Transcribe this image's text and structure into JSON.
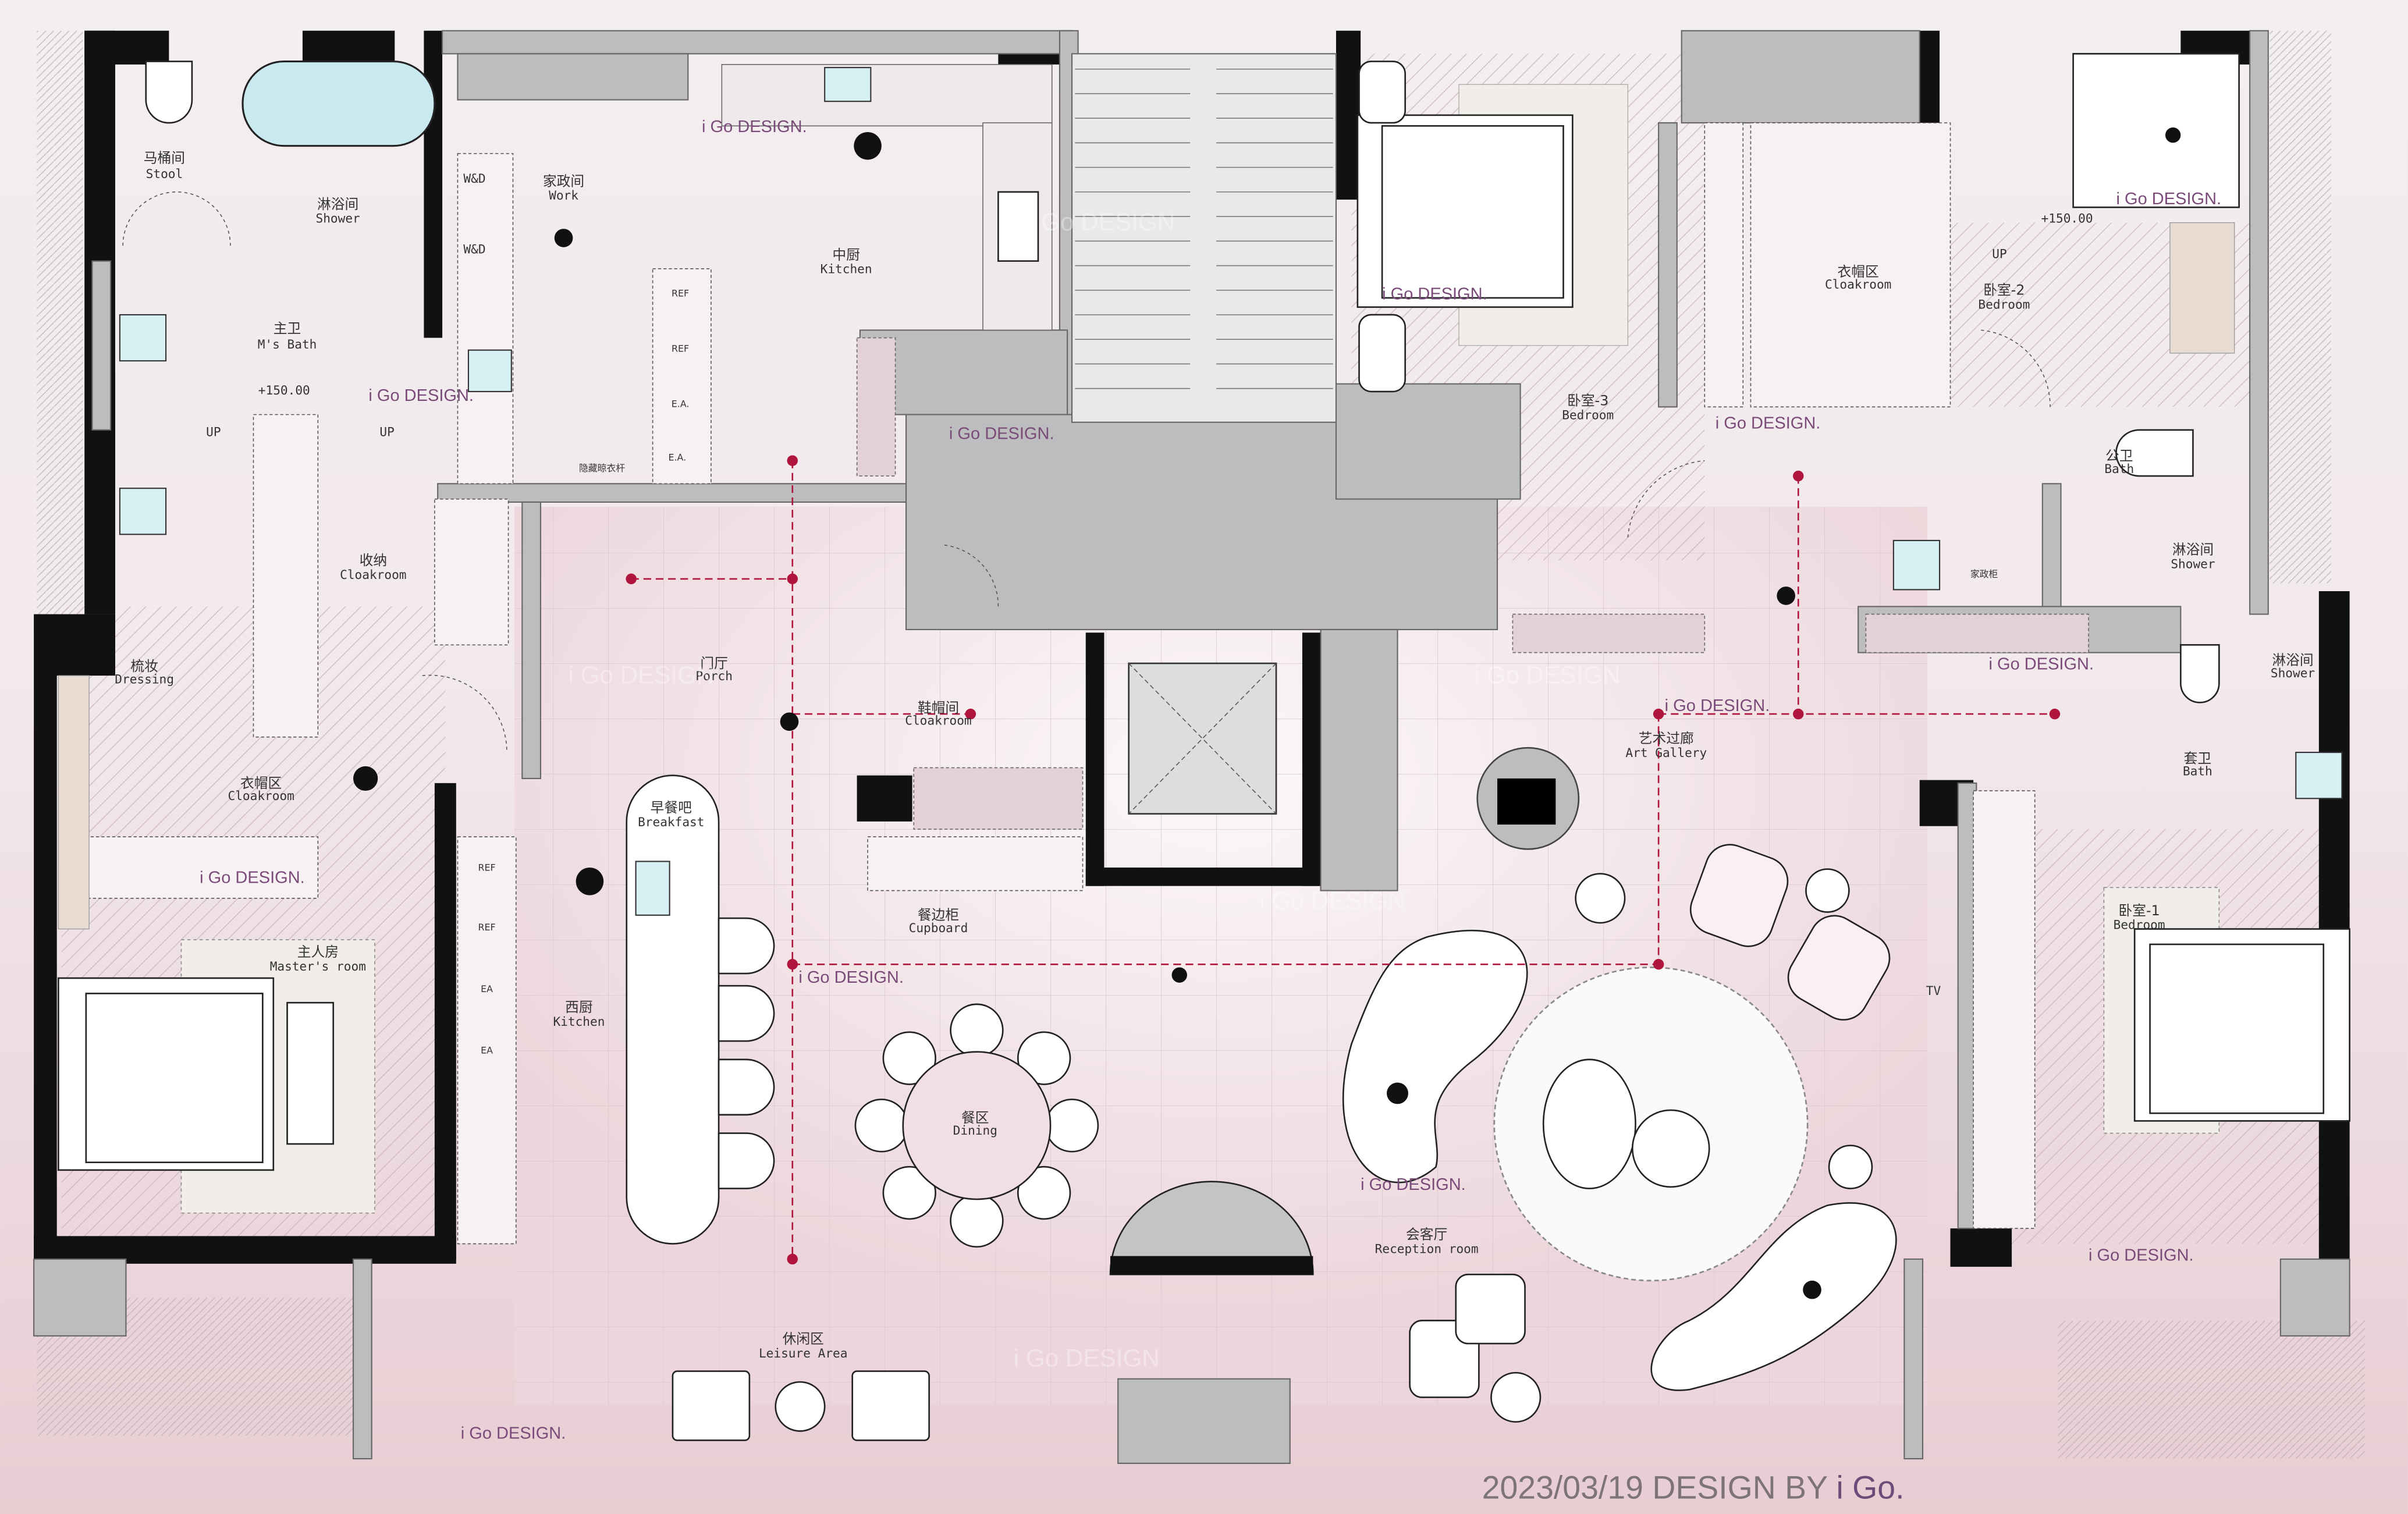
{
  "rooms": {
    "stool": {
      "cn": "马桶间",
      "en": "Stool"
    },
    "master_shower": {
      "cn": "淋浴间",
      "en": "Shower"
    },
    "master_bath": {
      "cn": "主卫",
      "en": "M's Bath"
    },
    "work": {
      "cn": "家政间",
      "en": "Work"
    },
    "wd1": "W&D",
    "wd2": "W&D",
    "kitchen": {
      "cn": "中厨",
      "en": "Kitchen"
    },
    "hidden_rack": "隐藏晾衣杆",
    "storage": {
      "cn": "收纳",
      "en": "Cloakroom"
    },
    "dressing": {
      "cn": "梳妆",
      "en": "Dressing"
    },
    "porch": {
      "cn": "门厅",
      "en": "Porch"
    },
    "shoe_room": {
      "cn": "鞋帽间",
      "en": "Cloakroom"
    },
    "master_cloak": {
      "cn": "衣帽区",
      "en": "Cloakroom"
    },
    "breakfast": {
      "cn": "早餐吧",
      "en": "Breakfast"
    },
    "cupboard": {
      "cn": "餐边柜",
      "en": "Cupboard"
    },
    "master_room": {
      "cn": "主人房",
      "en": "Master's room"
    },
    "west_kitchen": {
      "cn": "西厨",
      "en": "Kitchen"
    },
    "dining": {
      "cn": "餐区",
      "en": "Dining"
    },
    "leisure": {
      "cn": "休闲区",
      "en": "Leisure Area"
    },
    "reception": {
      "cn": "会客厅",
      "en": "Reception room"
    },
    "gallery": {
      "cn": "艺术过廊",
      "en": "Art Gallery"
    },
    "bedroom3": {
      "cn": "卧室-3",
      "en": "Bedroom"
    },
    "cloak2": {
      "cn": "衣帽区",
      "en": "Cloakroom"
    },
    "bedroom2": {
      "cn": "卧室-2",
      "en": "Bedroom"
    },
    "public_bath": {
      "cn": "公卫",
      "en": "Bath"
    },
    "public_shower": {
      "cn": "淋浴间",
      "en": "Shower"
    },
    "utility_cabinet": "家政柜",
    "suite_shower": {
      "cn": "淋浴间",
      "en": "Shower"
    },
    "suite_bath": {
      "cn": "套卫",
      "en": "Bath"
    },
    "bedroom1": {
      "cn": "卧室-1",
      "en": "Bedroom"
    }
  },
  "annotations": {
    "level_left": "+150.00",
    "level_right": "+150.00",
    "up1": "UP",
    "up2": "UP",
    "up3": "UP",
    "tv": "TV",
    "kitchen_appliances": [
      "REF",
      "REF",
      "E.A.",
      "E.A."
    ],
    "west_kitchen_appliances": [
      "REF",
      "REF",
      "EA",
      "EA"
    ]
  },
  "watermarks": [
    "i Go DESIGN.",
    "i Go DESIGN.",
    "i Go DESIGN.",
    "i Go DESIGN.",
    "i Go DESIGN.",
    "i Go DESIGN.",
    "i Go DESIGN.",
    "i Go DESIGN.",
    "i Go DESIGN.",
    "i Go DESIGN.",
    "i Go DESIGN.",
    "i Go DESIGN.",
    "i Go DESIGN.",
    "i Go DESIGN.",
    "i Go DESIGN."
  ],
  "faint_watermark": "i Go DESIGN",
  "footer": {
    "date_text": "2023/03/19 DESIGN BY ",
    "brand": "i Go."
  },
  "colors": {
    "accent_dim": "#b0163d",
    "watermark": "#7a4a78",
    "wall": "#111111"
  }
}
